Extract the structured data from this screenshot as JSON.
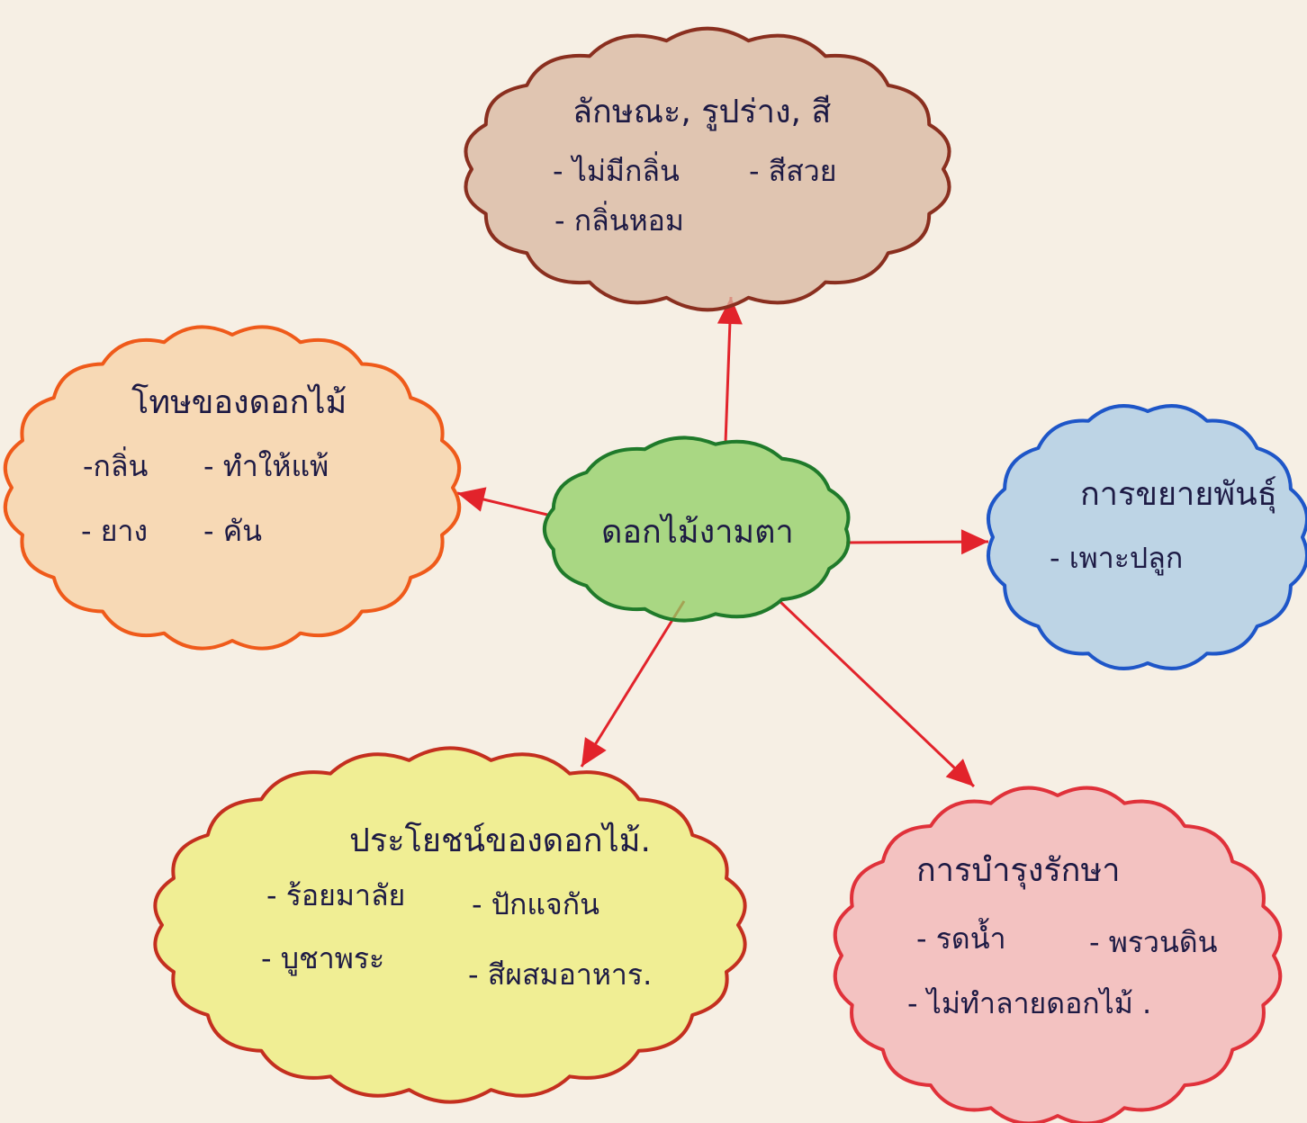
{
  "center": {
    "label": "ดอกไม้งามตา",
    "fill": "#8fcf63",
    "stroke": "#1f7a2a"
  },
  "nodes": [
    {
      "id": "appearance",
      "title": "ลักษณะ, รูปร่าง, สี",
      "items": [
        "- ไม่มีกลิ่น",
        "- สีสวย",
        "- กลิ่นหอม"
      ],
      "fill": "#d8b7a0",
      "stroke": "#8a2f1f"
    },
    {
      "id": "harm",
      "title": "โทษของดอกไม้",
      "items": [
        "-กลิ่น",
        "- ทำให้แพ้",
        "- ยาง",
        "- คัน"
      ],
      "fill": "#f7d2a6",
      "stroke": "#ef5a1a"
    },
    {
      "id": "propagation",
      "title": "การขยายพันธุ์",
      "items": [
        "- เพาะปลูก"
      ],
      "fill": "#a9cbe6",
      "stroke": "#1e56c8"
    },
    {
      "id": "benefits",
      "title": "ประโยชน์ของดอกไม้.",
      "items": [
        "- ร้อยมาลัย",
        "- ปักแจกัน",
        "- บูชาพระ",
        "- สีผสมอาหาร."
      ],
      "fill": "#eeee7a",
      "stroke": "#c42f1f"
    },
    {
      "id": "care",
      "title": "การบำรุงรักษา",
      "items": [
        "- รดน้ำ",
        "- พรวนดิน",
        "- ไม่ทำลายดอกไม้ ."
      ],
      "fill": "#f2b3b6",
      "stroke": "#e0313a"
    }
  ],
  "arrow_color": "#e2232b"
}
